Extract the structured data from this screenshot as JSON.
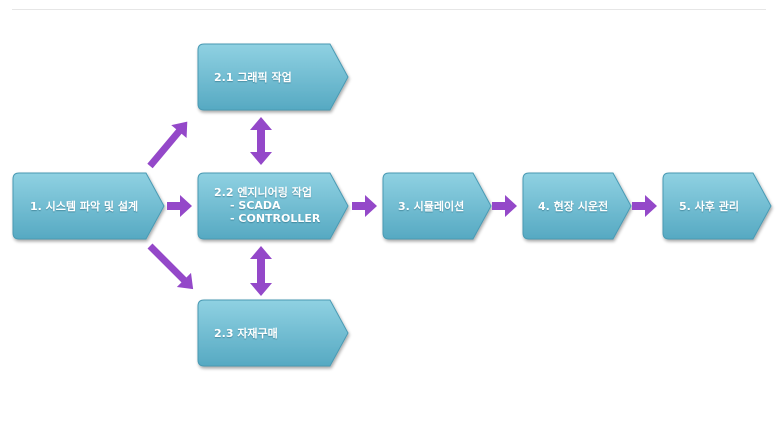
{
  "colors": {
    "box_top": "#8fd1e2",
    "box_bottom": "#56a9c2",
    "box_edge": "#4a9ab3",
    "arrow": "#9448c9"
  },
  "nodes": {
    "n1": {
      "label": "1. 시스템 파악 및 설계"
    },
    "n21": {
      "label": "2.1 그래픽 작업"
    },
    "n22": {
      "label": "2.2 엔지니어링 작업",
      "sub1": "- SCADA",
      "sub2": "- CONTROLLER"
    },
    "n23": {
      "label": "2.3 자재구매"
    },
    "n3": {
      "label": "3. 시뮬레이션"
    },
    "n4": {
      "label": "4. 현장 시운전"
    },
    "n5": {
      "label": "5. 사후 관리"
    }
  }
}
